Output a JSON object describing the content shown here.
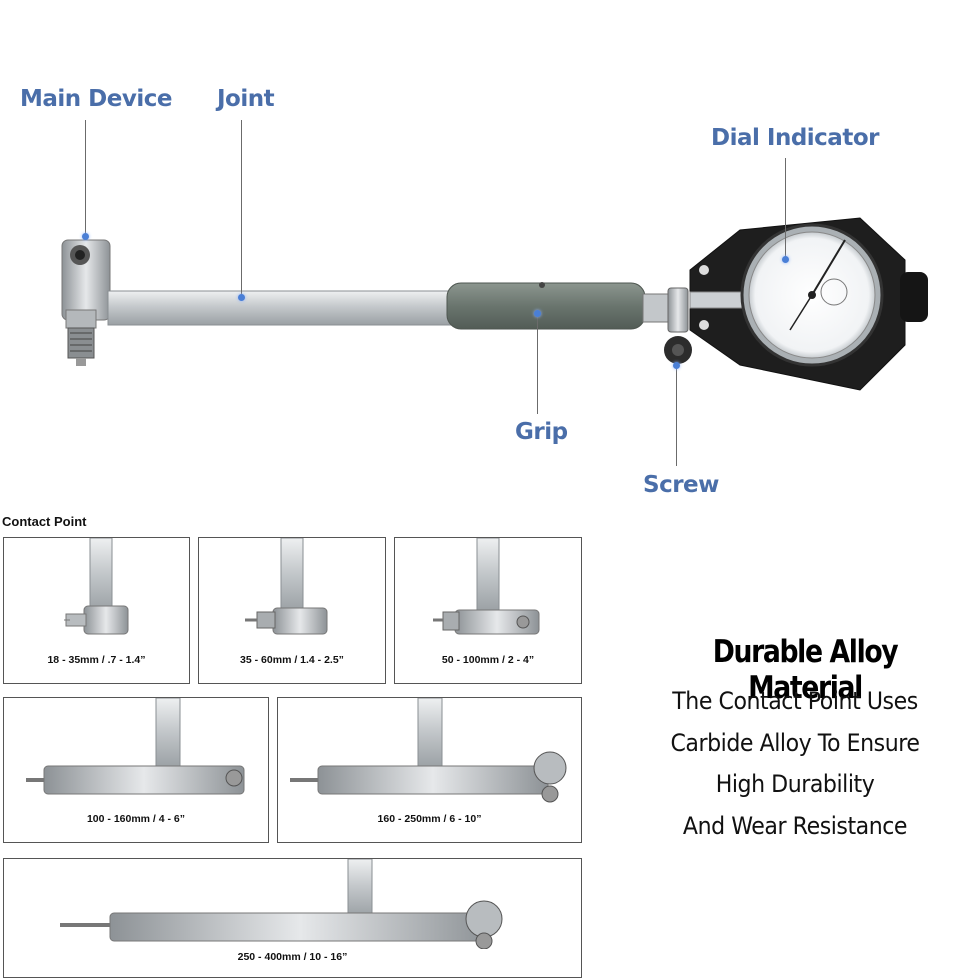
{
  "labels": {
    "main_device": "Main Device",
    "joint": "Joint",
    "dial_indicator": "Dial Indicator",
    "grip": "Grip",
    "screw": "Screw"
  },
  "contact_point": {
    "title": "Contact  Point",
    "ranges": [
      "18 - 35mm / .7 - 1.4”",
      "35 - 60mm / 1.4 - 2.5”",
      "50 - 100mm / 2 - 4”",
      "100 - 160mm / 4 - 6”",
      "160 - 250mm / 6 - 10”",
      "250 - 400mm / 10 - 16”"
    ]
  },
  "promo": {
    "title": "Durable Alloy Material",
    "lines": [
      "The Contact Point Uses",
      "Carbide Alloy To Ensure",
      "High Durability",
      "And Wear Resistance"
    ]
  },
  "colors": {
    "label": "#4a6ea9",
    "grip": "#6f7a72",
    "tube": "#c9cdd0",
    "dot": "#4a7fd6"
  }
}
